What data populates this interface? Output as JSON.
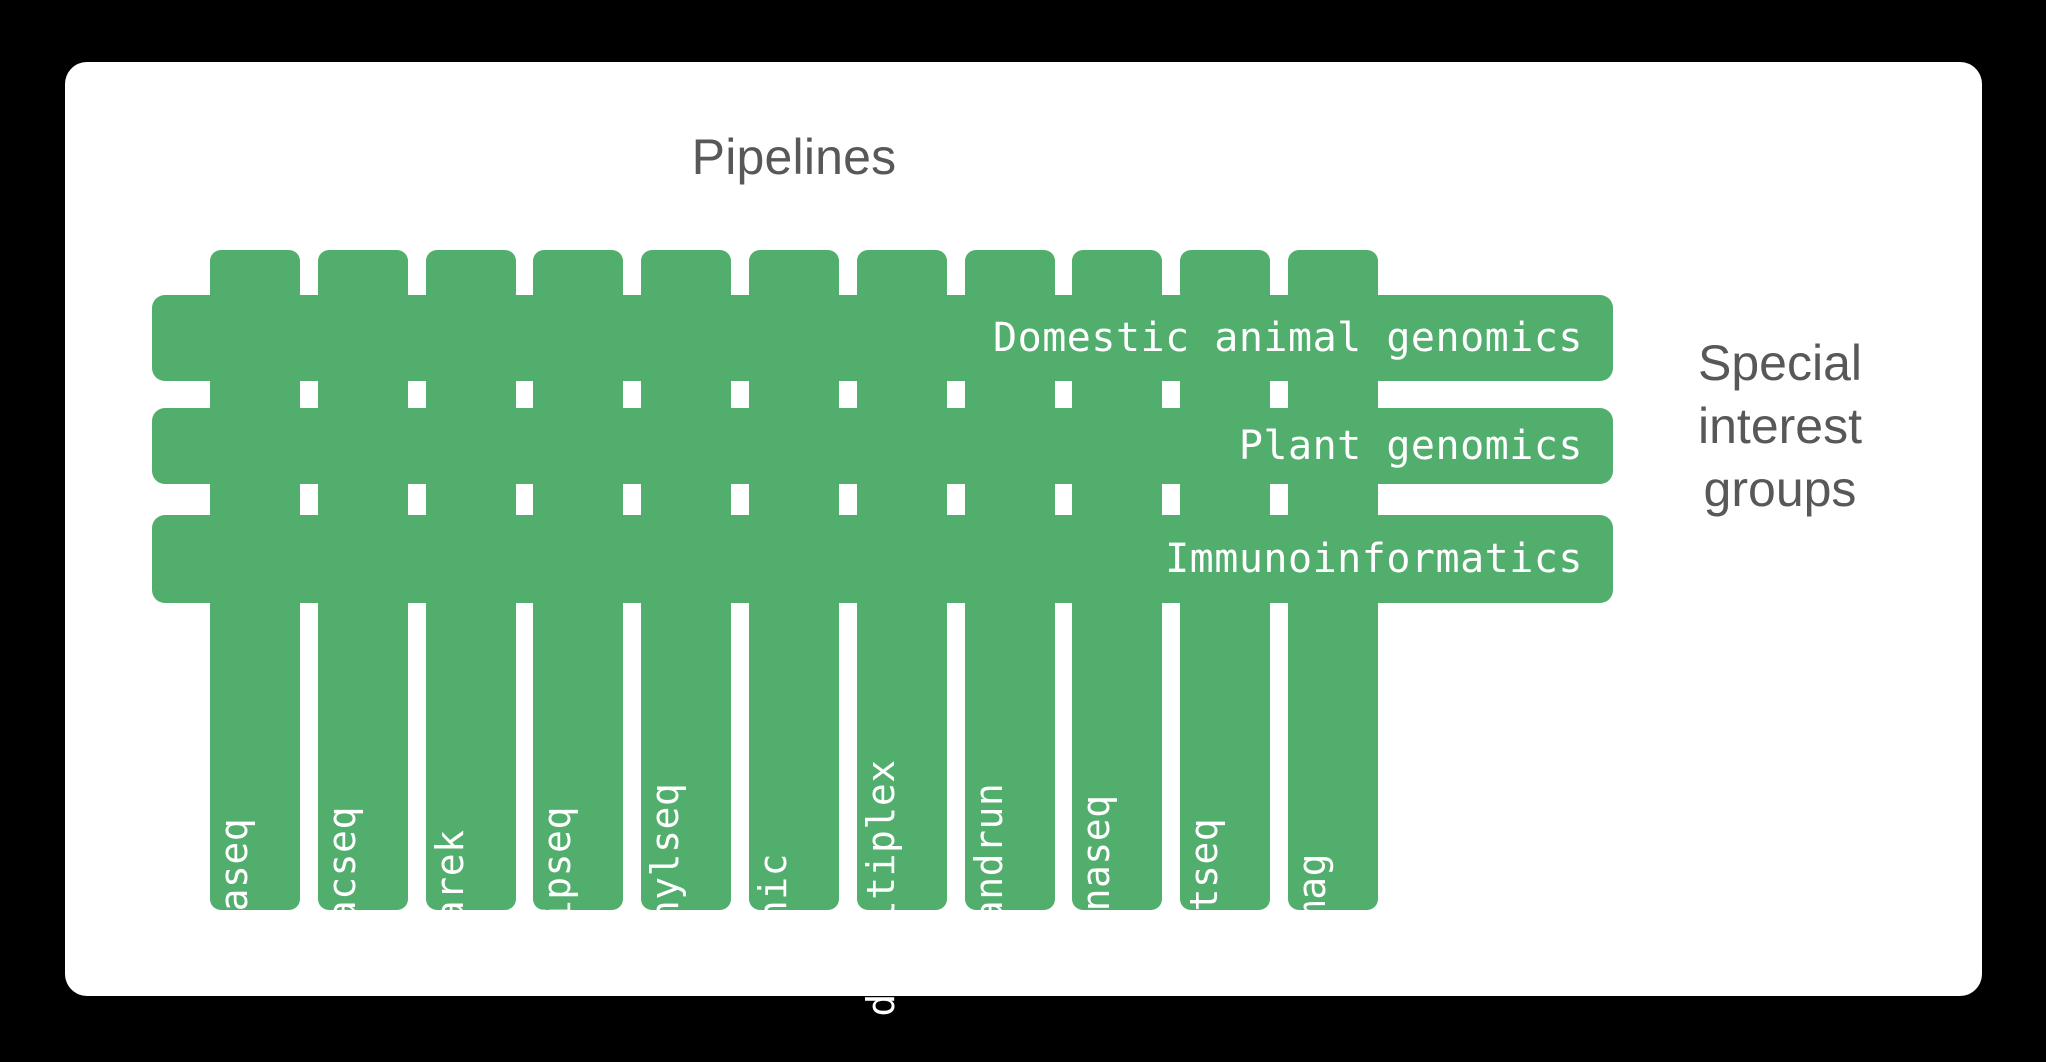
{
  "canvas": {
    "background_color": "#000000",
    "card_color": "#ffffff",
    "accent_color": "#52ae6d",
    "text_gray": "#58585a"
  },
  "headings": {
    "pipelines_title": "Pipelines",
    "special_interest_groups_caption": "Special\ninterest\ngroups"
  },
  "chart_data": {
    "type": "diagram",
    "title": "Pipelines",
    "description": "Grid diagram: 11 vertical nf-core pipeline columns crossed by 3 horizontal special interest group bars.",
    "columns_axis_label": "Pipelines",
    "rows_axis_label": "Special interest groups",
    "columns": [
      "rnaseq",
      "atacseq",
      "sarek",
      "chipseq",
      "methylseq",
      "hic",
      "demultiplex",
      "cutandrun",
      "smrnaseq",
      "hgtseq",
      "mag"
    ],
    "rows": [
      "Domestic animal genomics",
      "Plant genomics",
      "Immunoinformatics"
    ],
    "column_count": 11,
    "row_count": 3,
    "fill_color": "#52ae6d",
    "label_color": "#ffffff"
  },
  "pipelines": [
    {
      "label": "rnaseq"
    },
    {
      "label": "atacseq"
    },
    {
      "label": "sarek"
    },
    {
      "label": "chipseq"
    },
    {
      "label": "methylseq"
    },
    {
      "label": "hic"
    },
    {
      "label": "demultiplex"
    },
    {
      "label": "cutandrun"
    },
    {
      "label": "smrnaseq"
    },
    {
      "label": "hgtseq"
    },
    {
      "label": "mag"
    }
  ],
  "special_interest_groups": [
    {
      "label": "Domestic animal genomics"
    },
    {
      "label": "Plant genomics"
    },
    {
      "label": "Immunoinformatics"
    }
  ]
}
